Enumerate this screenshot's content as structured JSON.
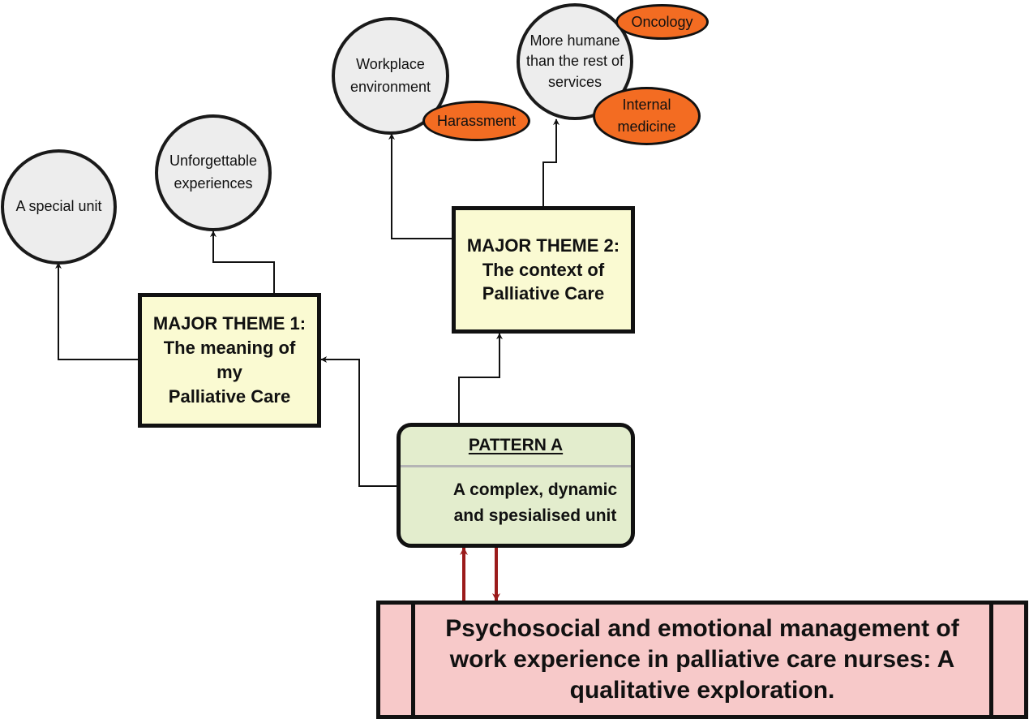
{
  "pattern": {
    "heading": "PATTERN A",
    "text": "A complex, dynamic\nand spesialised unit",
    "colors": {
      "fill": "#e3edcd",
      "divider": "#b5b5b5"
    }
  },
  "themes": [
    {
      "text": "MAJOR THEME 1:\nThe meaning of\nmy\nPalliative Care"
    },
    {
      "text": "MAJOR THEME 2:\nThe context of\nPalliative Care"
    }
  ],
  "subthemes": {
    "special_unit": "A special unit",
    "unforgettable": "Unforgettable\nexperiences",
    "workplace": "Workplace\nenvironment",
    "more_humane": "More humane\nthan the rest of\nservices"
  },
  "tags": {
    "harassment": "Harassment",
    "oncology": "Oncology",
    "internal_medicine": "Internal\nmedicine"
  },
  "title": "Psychosocial and emotional management of work experience in palliative care nurses: A qualitative exploration.",
  "colors": {
    "theme_fill": "#fafad2",
    "circle_fill": "#ededed",
    "tag_fill": "#f36c22",
    "title_fill": "#f7c9c9",
    "outline": "#111111",
    "arrow_dark": "#111111",
    "arrow_red": "#9b1b1b"
  }
}
